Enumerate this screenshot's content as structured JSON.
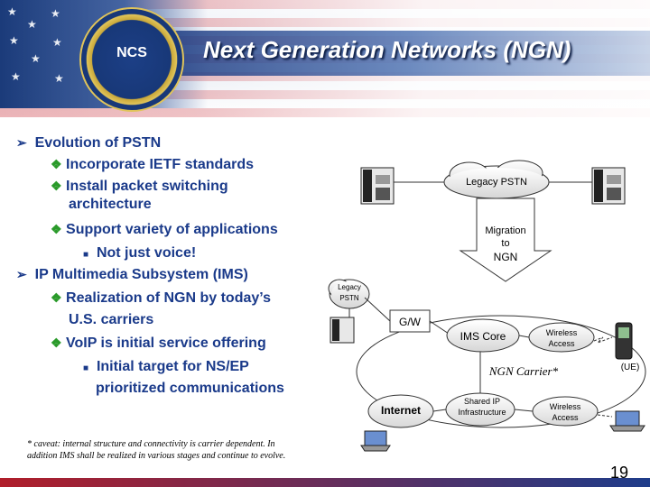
{
  "header": {
    "title": "Next Generation Networks (NGN)",
    "seal_text": "NCS"
  },
  "bullets": [
    {
      "level": 1,
      "text": "Evolution of PSTN"
    },
    {
      "level": 2,
      "text": "Incorporate IETF standards"
    },
    {
      "level": 2,
      "text": "Install packet switching"
    },
    {
      "level": 2,
      "text": "architecture"
    },
    {
      "level": 2,
      "text": "Support variety of applications"
    },
    {
      "level": 3,
      "text": "Not just voice!"
    },
    {
      "level": 1,
      "text": "IP Multimedia Subsystem (IMS)"
    },
    {
      "level": 2,
      "text": "Realization of NGN by today’s"
    },
    {
      "level": 2,
      "text": "U.S. carriers"
    },
    {
      "level": 2,
      "text": "VoIP is initial service offering"
    },
    {
      "level": 3,
      "text": "Initial target for NS/EP"
    },
    {
      "level": 3,
      "text": "prioritized communications"
    }
  ],
  "diagram": {
    "legacy_pstn_top": "Legacy PSTN",
    "migration_line1": "Migration",
    "migration_line2": "to",
    "migration_line3": "NGN",
    "legacy_pstn_small_1": "Legacy",
    "legacy_pstn_small_2": "PSTN",
    "gateway": "G/W",
    "ims_core": "IMS Core",
    "wireless_access_top_1": "Wireless",
    "wireless_access_top_2": "Access",
    "ue_label": "(UE)",
    "ngn_carrier": "NGN Carrier*",
    "internet": "Internet",
    "shared_ip_1": "Shared IP",
    "shared_ip_2": "Infrastructure",
    "wireless_access_bottom_1": "Wireless",
    "wireless_access_bottom_2": "Access"
  },
  "footnote": {
    "line1": "* caveat: internal structure and connectivity is carrier dependent.  In",
    "line2": "addition IMS shall be realized in various stages and continue to evolve."
  },
  "page_number": "19"
}
